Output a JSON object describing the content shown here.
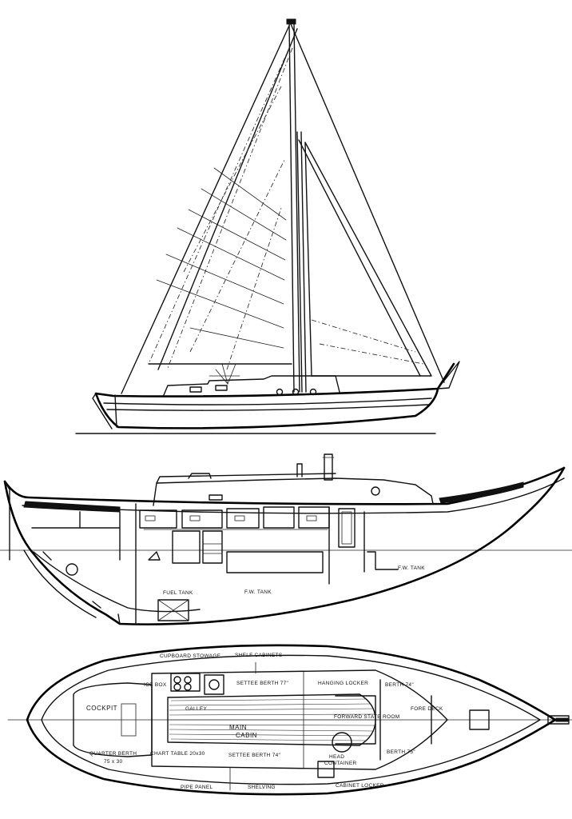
{
  "interior_profile": {
    "labels": {
      "fuel_tank": "FUEL TANK",
      "fw_tank": "F.W. TANK",
      "fw_tank_fwd": "F.W. TANK"
    }
  },
  "accommodation_plan": {
    "labels": {
      "cupboard_stowage": "CUPBOARD STOWAGE",
      "shelf_cabinets": "SHELF CABINETS",
      "ice_box": "ICE BOX",
      "settee_berth_top": "SETTEE BERTH 77\"",
      "hanging_locker": "HANGING LOCKER",
      "berth_top_fwd": "BERTH 74\"",
      "cockpit": "COCKPIT",
      "galley": "GALLEY",
      "main_cabin": "MAIN",
      "main_cabin_2": "CABIN",
      "forward_stateroom": "FORWARD STATE ROOM",
      "fore_deck": "FORE DECK",
      "quarter_berth": "QUARTER BERTH",
      "quarter_berth_size": "75 x 30",
      "chart_table": "CHART TABLE 20x30",
      "settee_berth_bottom": "SETTEE BERTH 74\"",
      "head": "HEAD",
      "head_2": "CONTAINER",
      "berth_bottom_fwd": "BERTH 75\"",
      "pipe_panel": "PIPE PANEL",
      "shelving": "SHELVING",
      "cabinet_locker": "CABINET LOCKER"
    }
  }
}
